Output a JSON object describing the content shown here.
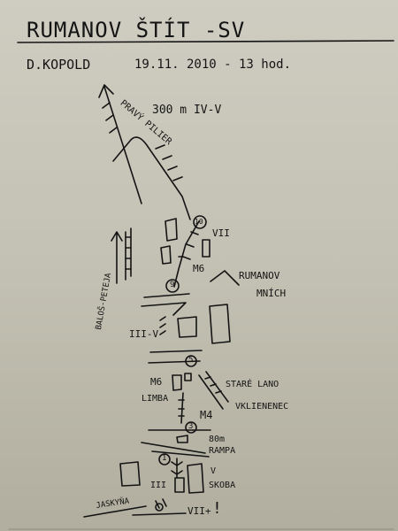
{
  "document": {
    "title": "RUMANOV ŠTÍT -SV",
    "author": "D.KOPOLD",
    "date_time": "19.11. 2010 - 13 hod.",
    "route_label": "PRAVÝ PILIER",
    "route_length_grade": "300 m IV-V"
  },
  "labels": {
    "rumanov_mnich": [
      "RUMANOV",
      "MNÍCH"
    ],
    "balos_peteja": "BALOŠ-PETEJA",
    "grade_iii_v": "III-V",
    "stare_lano": "STARÉ LANO",
    "limba": "LIMBA",
    "vklienenec": "VKLIENENEC",
    "rampa_length": "80m",
    "rampa": "RAMPA",
    "skoba": "SKOBA",
    "jaskyna": "JASKYŇA",
    "grade_vii_plus": "VII+",
    "exclamation": "!"
  },
  "belays": {
    "b10": "10",
    "b9": "9",
    "b5": "5",
    "b3": "3",
    "b1": "1"
  },
  "gear": {
    "m6_upper": "M6",
    "m6_lower": "M6",
    "m4": "M4",
    "vii": "VII",
    "v_right": "V",
    "iii": "III"
  }
}
